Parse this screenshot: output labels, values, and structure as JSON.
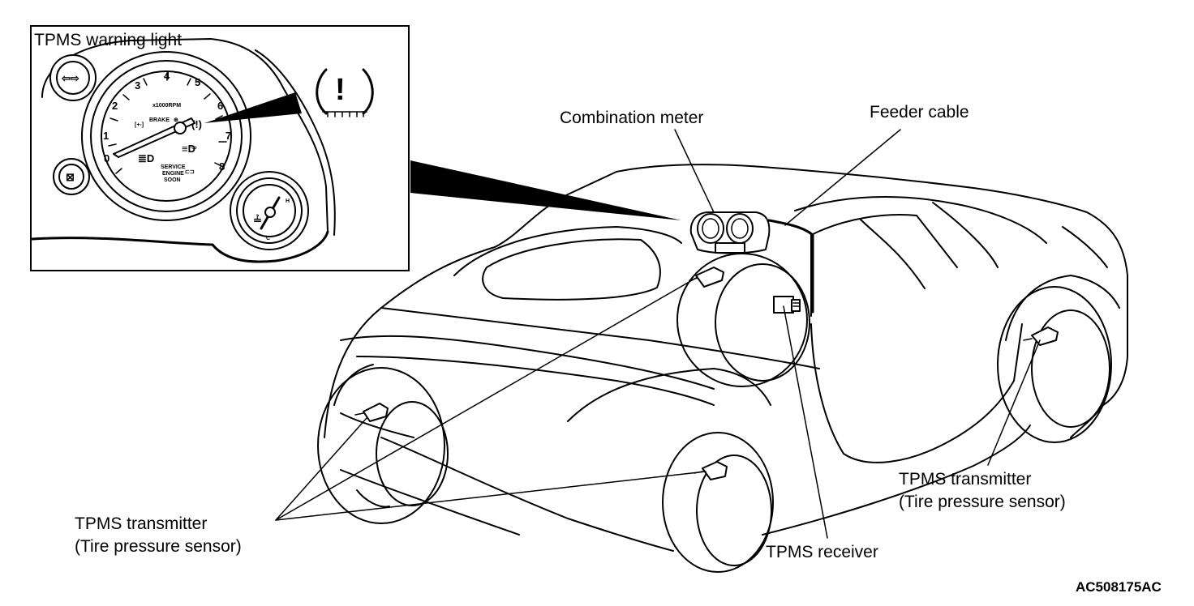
{
  "labels": {
    "inset_title": "TPMS warning light",
    "combination_meter": "Combination meter",
    "feeder_cable": "Feeder cable",
    "transmitter_left_line1": "TPMS transmitter",
    "transmitter_left_line2": "(Tire pressure sensor)",
    "transmitter_right_line1": "TPMS transmitter",
    "transmitter_right_line2": "(Tire pressure sensor)",
    "receiver": "TPMS receiver",
    "figure_code": "AC508175AC"
  },
  "tachometer": {
    "unit": "x1000RPM",
    "brake": "BRAKE",
    "service": "SERVICE",
    "engine": "ENGINE",
    "soon": "SOON",
    "ticks": [
      "0",
      "1",
      "2",
      "3",
      "4",
      "5",
      "6",
      "7",
      "8"
    ]
  },
  "warning_symbol": "(!)",
  "colors": {
    "line": "#000000",
    "background": "#ffffff"
  }
}
